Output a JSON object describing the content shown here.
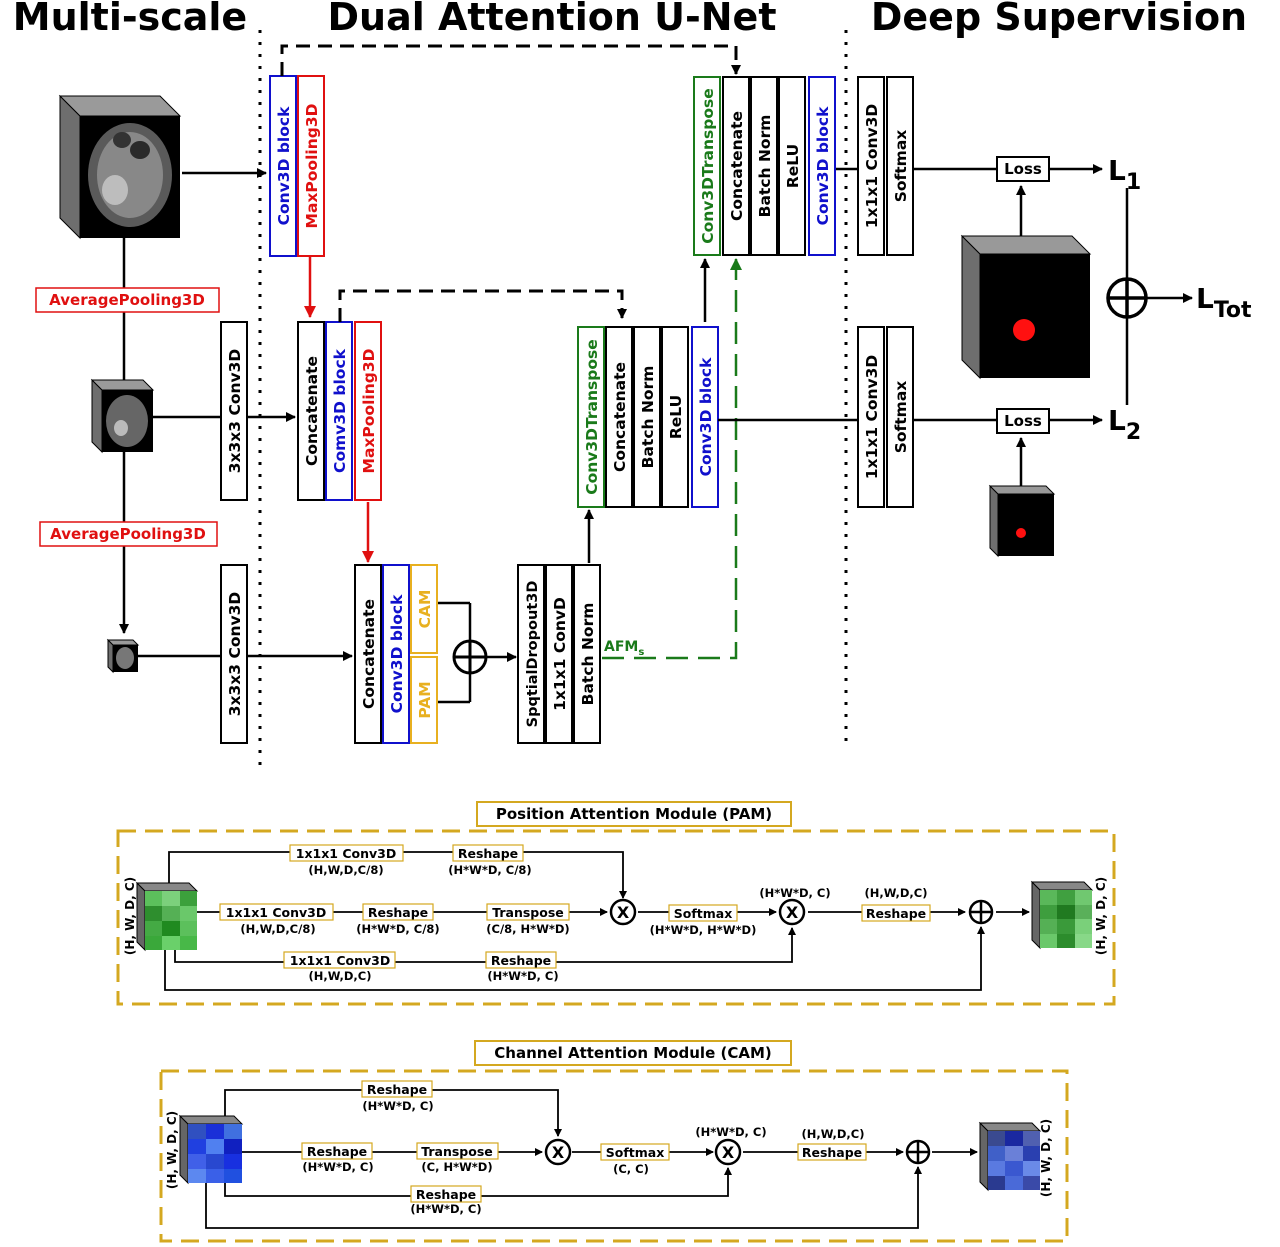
{
  "headers": {
    "multiscale": "Multi-scale",
    "unet": "Dual Attention U-Net",
    "deep": "Deep Supervision"
  },
  "multiscale": {
    "avgpool1": "AveragePooling3D",
    "avgpool2": "AveragePooling3D"
  },
  "blocks": {
    "b_conv3d_top": "Conv3D block",
    "b_maxpool_top": "MaxPooling3D",
    "b_conv333_mid": "3x3x3 Conv3D",
    "b_concat_mid": "Concatenate",
    "b_comv3d_mid": "Comv3D block",
    "b_maxpool_mid": "MaxPooling3D",
    "b_conv333_bot": "3x3x3 Conv3D",
    "b_concat_bot": "Concatenate",
    "b_conv3d_bot": "Conv3D block",
    "b_cam": "CAM",
    "b_pam": "PAM",
    "b_dropout": "SpqtialDropout3D",
    "b_conv111": "1x1x1 ConvD",
    "b_bn_bot": "Batch Norm",
    "b_trans_mid": "Conv3DTranspose",
    "b_concat_dec_mid": "Concatenate",
    "b_bn_dec_mid": "Batch Norm",
    "b_relu_dec_mid": "ReLU",
    "b_conv3d_dec_mid": "Conv3D block",
    "b_trans_top": "Conv3DTranspose",
    "b_concat_dec_top": "Concatenate",
    "b_bn_dec_top": "Batch Norm",
    "b_relu_dec_top": "ReLU",
    "b_conv3d_dec_top": "Conv3D block",
    "b_ds_conv1": "1x1x1 Conv3D",
    "b_ds_soft1": "Softmax",
    "b_ds_conv2": "1x1x1 Conv3D",
    "b_ds_soft2": "Softmax"
  },
  "afm": {
    "main": "AFM",
    "sub": "s"
  },
  "supervision": {
    "loss1": "Loss",
    "loss2": "Loss",
    "l1_main": "L",
    "l1_sub": "1",
    "l2_main": "L",
    "l2_sub": "2",
    "ltot_main": "L",
    "ltot_sub": "Tot"
  },
  "pam": {
    "title": "Position Attention Module (PAM)",
    "in_shape": "(H, W, D, C)",
    "out_shape": "(H, W, D, C)",
    "top_op1": "1x1x1 Conv3D",
    "top_op1_shape": "(H,W,D,C/8)",
    "top_op2": "Reshape",
    "top_op2_shape": "(H*W*D, C/8)",
    "mid_op1": "1x1x1 Conv3D",
    "mid_op1_shape": "(H,W,D,C/8)",
    "mid_op2": "Reshape",
    "mid_op2_shape": "(H*W*D, C/8)",
    "mid_op3": "Transpose",
    "mid_op3_shape": "(C/8, H*W*D)",
    "softmax": "Softmax",
    "softmax_shape": "(H*W*D, H*W*D)",
    "mul2_shape": "(H*W*D, C)",
    "reshape_shape": "(H,W,D,C)",
    "reshape": "Reshape",
    "bot_op1": "1x1x1 Conv3D",
    "bot_op1_shape": "(H,W,D,C)",
    "bot_op2": "Reshape",
    "bot_op2_shape": "(H*W*D, C)"
  },
  "cam": {
    "title": "Channel Attention Module (CAM)",
    "in_shape": "(H, W, D, C)",
    "out_shape": "(H, W, D, C)",
    "top_op": "Reshape",
    "top_op_shape": "(H*W*D, C)",
    "mid_op1": "Reshape",
    "mid_op1_shape": "(H*W*D, C)",
    "mid_op2": "Transpose",
    "mid_op2_shape": "(C, H*W*D)",
    "softmax": "Softmax",
    "softmax_shape": "(C, C)",
    "mul2_shape": "(H*W*D, C)",
    "reshape_shape": "(H,W,D,C)",
    "reshape": "Reshape",
    "bot_op": "Reshape",
    "bot_op_shape": "(H*W*D, C)"
  },
  "colors": {
    "black": "#000000",
    "blue": "#1010cc",
    "red": "#e01010",
    "green": "#1a7a1a",
    "orange": "#e8b020",
    "module_border": "#d4a820"
  }
}
